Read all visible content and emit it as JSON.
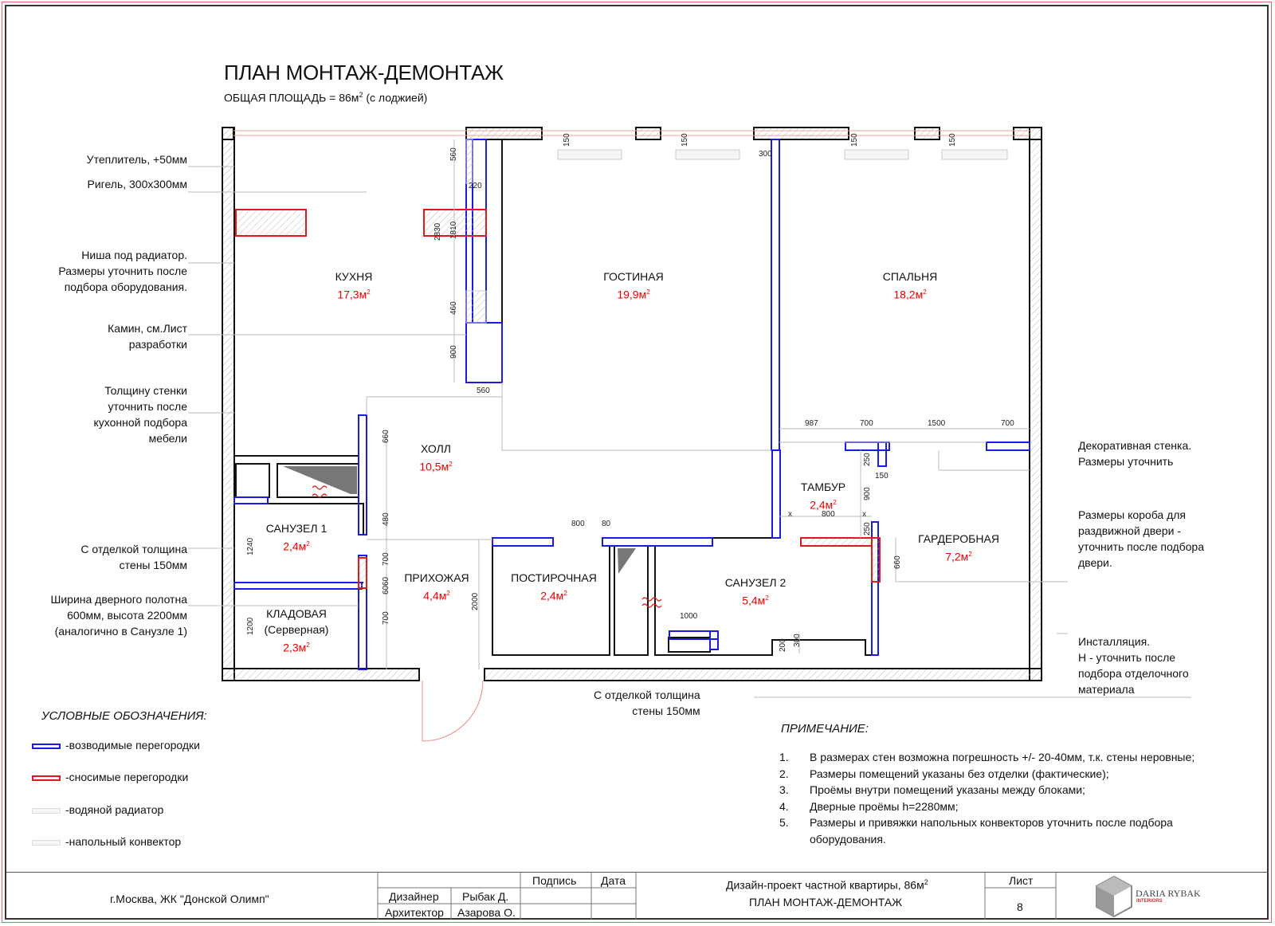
{
  "title": "ПЛАН МОНТАЖ-ДЕМОНТАЖ",
  "subtitle": {
    "text": "ОБЩАЯ ПЛОЩАДЬ  = 86м",
    "sup": "2",
    "suffix": " (с лоджией)"
  },
  "left_notes": [
    "Утеплитель, +50мм",
    "Ригель, 300х300мм",
    "Ниша под радиатор.\nРазмеры уточнить после\nподбора оборудования.",
    "Камин, см.Лист\nразработки",
    "Толщину стенки\nуточнить после\nкухонной подбора\nмебели",
    "С отделкой толщина\nстены 150мм",
    "Ширина дверного полотна\n600мм, высота 2200мм\n(аналогично в Санузле 1)"
  ],
  "right_notes": [
    "Декоративная стенка.\nРазмеры уточнить",
    "Размеры короба для\nраздвижной двери -\nуточнить после подбора\nдвери.",
    "Инсталляция.\nН - уточнить после\nподбора отделочного\nматериала"
  ],
  "bottom_note": "С отделкой толщина\nстены 150мм",
  "rooms": [
    {
      "name": "КУХНЯ",
      "area": "17,3м",
      "sup": "2"
    },
    {
      "name": "ГОСТИНАЯ",
      "area": "19,9м",
      "sup": "2"
    },
    {
      "name": "СПАЛЬНЯ",
      "area": "18,2м",
      "sup": "2"
    },
    {
      "name": "ХОЛЛ",
      "area": "10,5м",
      "sup": "2"
    },
    {
      "name": "ТАМБУР",
      "area": "2,4м",
      "sup": "2"
    },
    {
      "name": "САНУЗЕЛ 1",
      "area": "2,4м",
      "sup": "2"
    },
    {
      "name": "ГАРДЕРОБНАЯ",
      "area": "7,2м",
      "sup": "2"
    },
    {
      "name": "ПРИХОЖАЯ",
      "area": "4,4м",
      "sup": "2"
    },
    {
      "name": "ПОСТИРОЧНАЯ",
      "area": "2,4м",
      "sup": "2"
    },
    {
      "name": "САНУЗЕЛ 2",
      "area": "5,4м",
      "sup": "2"
    },
    {
      "name": "КЛАДОВАЯ\n(Серверная)",
      "area": "2,3м",
      "sup": "2"
    }
  ],
  "dimensions": [
    "150",
    "150",
    "300",
    "150",
    "150",
    "560",
    "220",
    "2830",
    "1810",
    "460",
    "900",
    "560",
    "660",
    "480",
    "1240",
    "700",
    "60",
    "60",
    "700",
    "1200",
    "2000",
    "800",
    "80",
    "987",
    "700",
    "1500",
    "700",
    "250",
    "150",
    "900",
    "x",
    "800",
    "x",
    "250",
    "660",
    "1000",
    "200",
    "300"
  ],
  "legend": {
    "title": "УСЛОВНЫЕ ОБОЗНАЧЕНИЯ:",
    "items": [
      {
        "label": "-возводимые перегородки",
        "color": "#1a1ae6"
      },
      {
        "label": "-сносимые перегородки",
        "color": "#e01a1a"
      },
      {
        "label": "-водяной радиатор",
        "color": "#cccccc"
      },
      {
        "label": "-напольный конвектор",
        "color": "#cccccc"
      }
    ]
  },
  "notes": {
    "title": "ПРИМЕЧАНИЕ:",
    "items": [
      {
        "num": "1.",
        "text": "В размерах стен возможна погрешность +/- 20-40мм, т.к. стены неровные;"
      },
      {
        "num": "2.",
        "text": "Размеры помещений указаны без отделки (фактические);"
      },
      {
        "num": "3.",
        "text": "Проёмы внутри помещений указаны между блоками;"
      },
      {
        "num": "4.",
        "text": "Дверные проёмы h=2280мм;"
      },
      {
        "num": "5.",
        "text": "Размеры и привяжки напольных конвекторов уточнить после подбора\nоборудования."
      }
    ]
  },
  "stamp": {
    "address": "г.Москва, ЖК \"Донской Олимп\"",
    "sign": "Подпись",
    "date": "Дата",
    "role1": "Дизайнер",
    "name1": "Рыбак Д.",
    "role2": "Архитектор",
    "name2": "Азарова О.",
    "project": "Дизайн-проект частной квартиры, 86м",
    "project_sup": "2",
    "sheet_title": "ПЛАН МОНТАЖ-ДЕМОНТАЖ",
    "sheet_label": "Лист",
    "sheet_num": "8",
    "logo_main": "DARIA RYBAK",
    "logo_sub": "INTERIORS"
  }
}
